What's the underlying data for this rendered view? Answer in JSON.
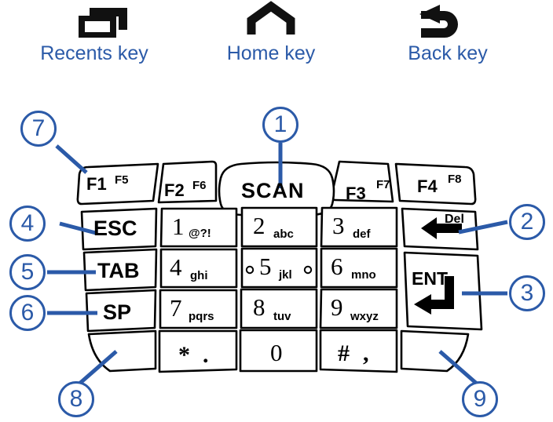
{
  "nav": {
    "items": [
      {
        "icon": "recents-icon",
        "label": "Recents key"
      },
      {
        "icon": "home-icon",
        "label": "Home key"
      },
      {
        "icon": "back-icon",
        "label": "Back key"
      }
    ]
  },
  "colors": {
    "accent_blue": "#2B5AA8",
    "key_outline": "#000000",
    "key_face": "#FFFFFF",
    "background": "#FFFFFF"
  },
  "keypad": {
    "function_row": [
      {
        "name": "f1",
        "primary": "F1",
        "secondary": "F5"
      },
      {
        "name": "f2",
        "primary": "F2",
        "secondary": "F6"
      },
      {
        "name": "scan",
        "primary": "SCAN",
        "secondary": ""
      },
      {
        "name": "f3",
        "primary": "F3",
        "secondary": "F7"
      },
      {
        "name": "f4",
        "primary": "F4",
        "secondary": "F8"
      }
    ],
    "rows": [
      [
        {
          "name": "esc",
          "primary": "ESC",
          "secondary": ""
        },
        {
          "name": "key-1",
          "primary": "1",
          "secondary": "@?!"
        },
        {
          "name": "key-2",
          "primary": "2",
          "secondary": "abc"
        },
        {
          "name": "key-3",
          "primary": "3",
          "secondary": "def"
        },
        {
          "name": "backspace",
          "primary": "←",
          "secondary": "Del"
        }
      ],
      [
        {
          "name": "tab",
          "primary": "TAB",
          "secondary": ""
        },
        {
          "name": "key-4",
          "primary": "4",
          "secondary": "ghi"
        },
        {
          "name": "key-5",
          "primary": "5",
          "secondary": "jkl"
        },
        {
          "name": "key-6",
          "primary": "6",
          "secondary": "mno"
        },
        {
          "name": "enter",
          "primary": "ENT",
          "secondary": "↵"
        }
      ],
      [
        {
          "name": "sp",
          "primary": "SP",
          "secondary": ""
        },
        {
          "name": "key-7",
          "primary": "7",
          "secondary": "pqrs"
        },
        {
          "name": "key-8",
          "primary": "8",
          "secondary": "tuv"
        },
        {
          "name": "key-9",
          "primary": "9",
          "secondary": "wxyz"
        }
      ],
      [
        {
          "name": "blank-left",
          "primary": "",
          "secondary": ""
        },
        {
          "name": "key-star",
          "primary": "*",
          "secondary": "."
        },
        {
          "name": "key-0",
          "primary": "0",
          "secondary": ""
        },
        {
          "name": "key-hash",
          "primary": "#",
          "secondary": ","
        },
        {
          "name": "blank-right",
          "primary": "",
          "secondary": ""
        }
      ]
    ]
  },
  "callouts": [
    {
      "number": "1",
      "target": "scan"
    },
    {
      "number": "2",
      "target": "backspace"
    },
    {
      "number": "3",
      "target": "enter"
    },
    {
      "number": "4",
      "target": "esc"
    },
    {
      "number": "5",
      "target": "tab"
    },
    {
      "number": "6",
      "target": "sp"
    },
    {
      "number": "7",
      "target": "f1"
    },
    {
      "number": "8",
      "target": "blank-left"
    },
    {
      "number": "9",
      "target": "blank-right"
    }
  ]
}
